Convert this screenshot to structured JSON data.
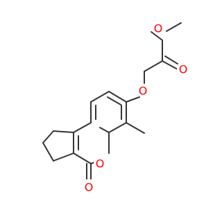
{
  "molecule": {
    "atom_labels": [
      {
        "id": "ester-ether-o",
        "symbol": "O",
        "element": "oxygen"
      },
      {
        "id": "carbonyl-o-ester",
        "symbol": "O",
        "element": "oxygen"
      },
      {
        "id": "aryl-ether-o",
        "symbol": "O",
        "element": "oxygen"
      },
      {
        "id": "ring-o",
        "symbol": "O",
        "element": "oxygen"
      },
      {
        "id": "lactone-carbonyl-o",
        "symbol": "O",
        "element": "oxygen"
      }
    ]
  },
  "colors": {
    "bond": "#333333",
    "oxygen": "#ff0000",
    "background": "#ffffff"
  }
}
